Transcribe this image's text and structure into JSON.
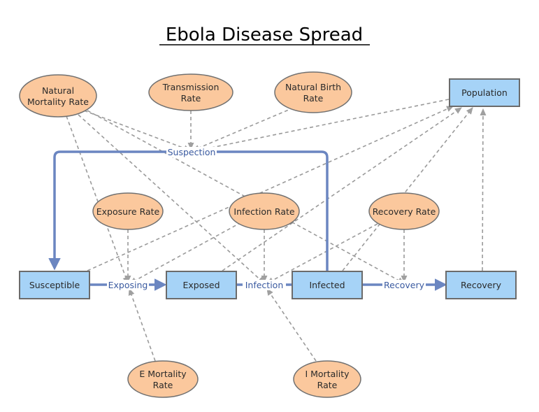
{
  "title": "Ebola Disease Spread",
  "stocks": {
    "population": "Population",
    "susceptible": "Susceptible",
    "exposed": "Exposed",
    "infected": "Infected",
    "recovery": "Recovery"
  },
  "variables": {
    "natural_mortality_rate": [
      "Natural",
      "Mortality Rate"
    ],
    "transmission_rate": [
      "Transmission",
      "Rate"
    ],
    "natural_birth_rate": [
      "Natural Birth",
      "Rate"
    ],
    "exposure_rate": [
      "Exposure Rate"
    ],
    "infection_rate": [
      "Infection Rate"
    ],
    "recovery_rate": [
      "Recovery Rate"
    ],
    "e_mortality_rate": [
      "E Mortality",
      "Rate"
    ],
    "i_mortality_rate": [
      "I Mortality",
      "Rate"
    ]
  },
  "flows": {
    "suspection": "Suspection",
    "exposing": "Exposing",
    "infection": "Infection",
    "recovery": "Recovery"
  },
  "colors": {
    "stock_fill": "#a6d3f7",
    "variable_fill": "#fbc89d",
    "flow_stroke": "#6b86c1",
    "link_stroke": "#9a9a9a"
  }
}
